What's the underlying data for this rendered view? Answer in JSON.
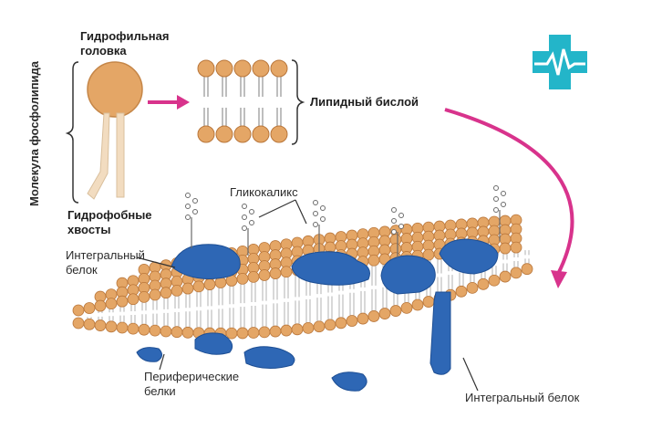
{
  "labels": {
    "hydrophilic_head": [
      "Гидрофильная",
      "головка"
    ],
    "phospholipid_molecule": "Молекула фосфолипида",
    "hydrophobic_tails": [
      "Гидрофобные",
      "хвосты"
    ],
    "lipid_bilayer": "Липидный бислой",
    "glycocalyx": "Гликокаликс",
    "integral_protein_left": [
      "Интегральный",
      "белок"
    ],
    "peripheral_proteins": [
      "Периферические",
      "белки"
    ],
    "integral_protein_bottom": "Интегральный белок"
  },
  "colors": {
    "lipid_head": "#e4a666",
    "lipid_head_edge": "#b9763a",
    "protein": "#2e67b5",
    "protein_dark": "#1e4f94",
    "arrow": "#d8338c",
    "tail": "#f2dcc0",
    "logo": "#23b5c9"
  },
  "icons": [
    "medical-cross-logo-icon"
  ]
}
